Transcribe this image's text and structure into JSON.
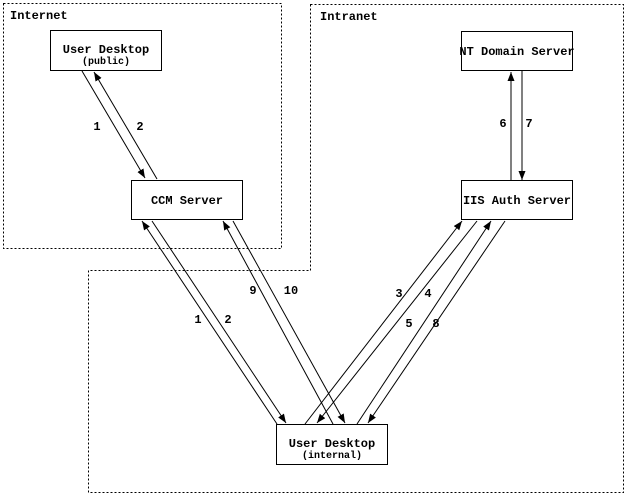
{
  "page": {
    "background": "#ffffff",
    "ink": "#000000"
  },
  "diagram": {
    "type": "network-authentication-flow-diagram",
    "regions": [
      {
        "id": "internet",
        "label": "Internet"
      },
      {
        "id": "intranet",
        "label": "Intranet"
      }
    ],
    "nodes": [
      {
        "id": "user-desktop-public",
        "title": "User Desktop",
        "subtitle": "(public)",
        "region": "Internet"
      },
      {
        "id": "ccm-server",
        "title": "CCM Server",
        "region": "Internet"
      },
      {
        "id": "nt-domain-server",
        "title": "NT Domain Server",
        "region": "Intranet"
      },
      {
        "id": "iis-auth-server",
        "title": "IIS Auth Server",
        "region": "Intranet"
      },
      {
        "id": "user-desktop-internal",
        "title": "User Desktop",
        "subtitle": "(internal)",
        "region": "Intranet"
      }
    ],
    "flows": [
      {
        "label": "1",
        "from": "User Desktop (public)",
        "to": "CCM Server"
      },
      {
        "label": "2",
        "from": "CCM Server",
        "to": "User Desktop (public)"
      },
      {
        "label": "1",
        "from": "User Desktop (internal)",
        "to": "CCM Server"
      },
      {
        "label": "2",
        "from": "CCM Server",
        "to": "User Desktop (internal)"
      },
      {
        "label": "9",
        "from": "User Desktop (internal)",
        "to": "CCM Server"
      },
      {
        "label": "10",
        "from": "CCM Server",
        "to": "User Desktop (internal)"
      },
      {
        "label": "3",
        "from": "User Desktop (internal)",
        "to": "IIS Auth Server"
      },
      {
        "label": "4",
        "from": "IIS Auth Server",
        "to": "User Desktop (internal)"
      },
      {
        "label": "5",
        "from": "User Desktop (internal)",
        "to": "IIS Auth Server"
      },
      {
        "label": "8",
        "from": "IIS Auth Server",
        "to": "User Desktop (internal)"
      },
      {
        "label": "6",
        "from": "IIS Auth Server",
        "to": "NT Domain Server"
      },
      {
        "label": "7",
        "from": "NT Domain Server",
        "to": "IIS Auth Server"
      }
    ]
  }
}
